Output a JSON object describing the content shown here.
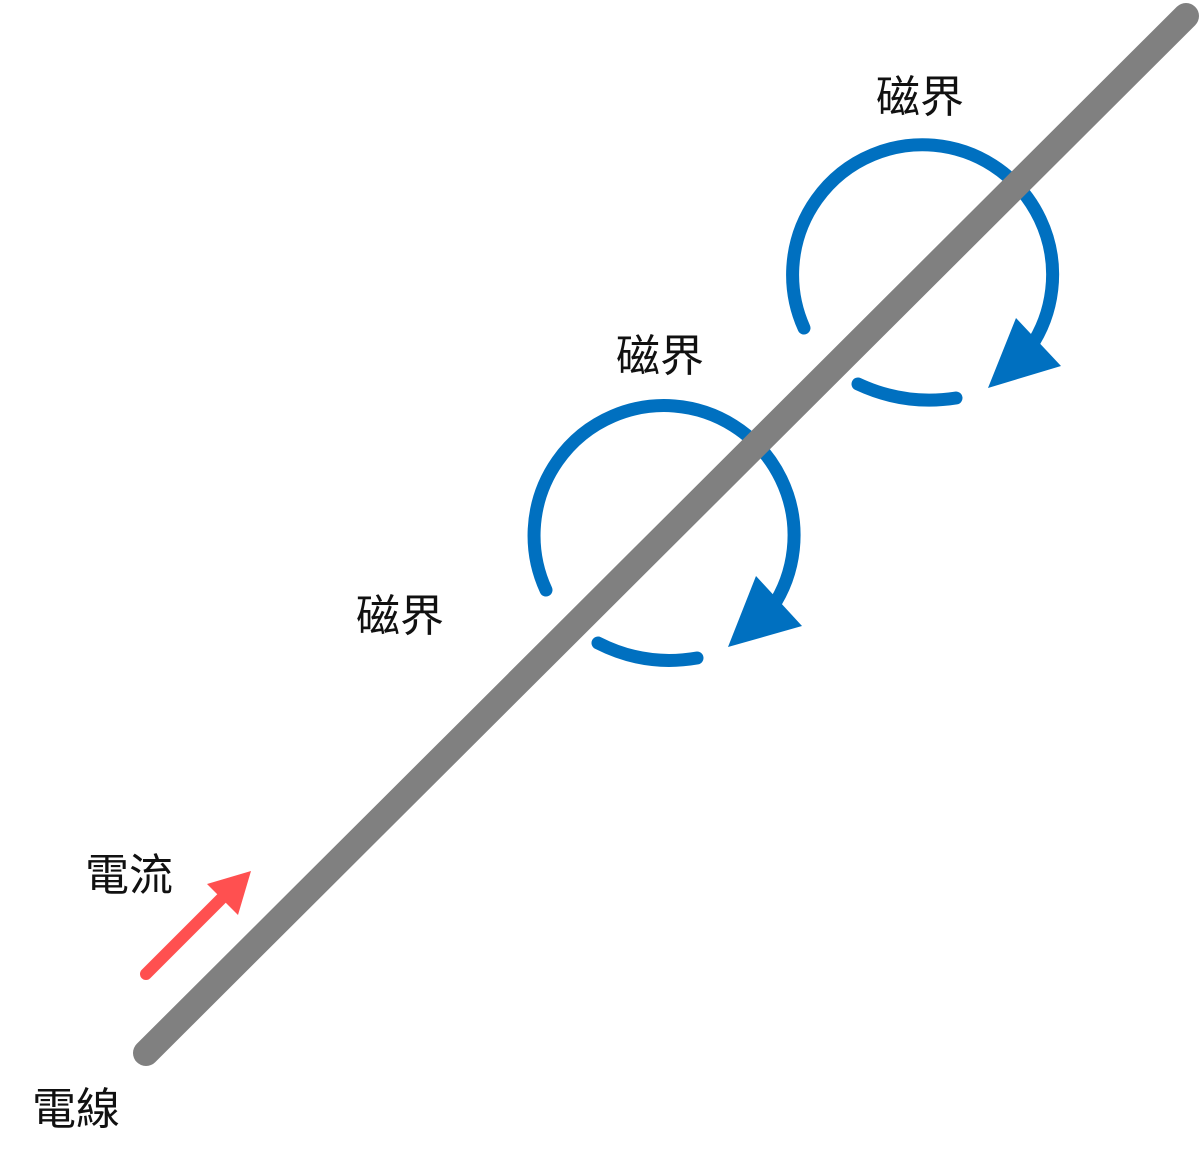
{
  "labels": {
    "wire": "電線",
    "current": "電流",
    "field_top": "磁界",
    "field_middle": "磁界",
    "field_lower": "磁界"
  },
  "colors": {
    "wire": "#808080",
    "field": "#0070C0",
    "current": "#FF5050",
    "text": "#111111",
    "background": "#ffffff"
  }
}
